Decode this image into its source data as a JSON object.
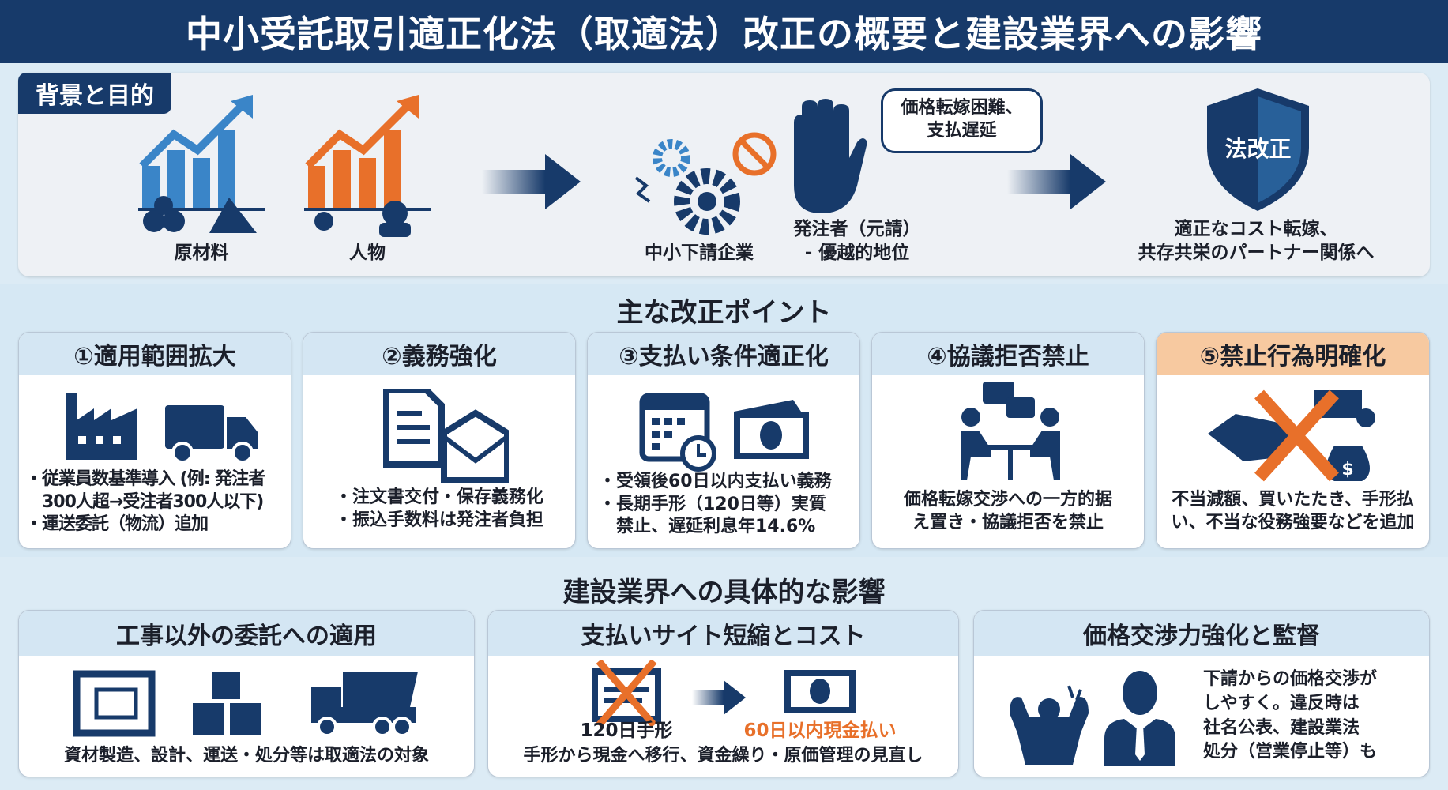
{
  "title": "中小受託取引適正化法（取適法）改正の概要と建設業界への影響",
  "background": {
    "tab": "背景と目的",
    "raw_materials": "原材料",
    "labor": "人物",
    "subcontractor": "中小下請企業",
    "client_line1": "発注者（元請）",
    "client_line2": "- 優越的地位",
    "bubble_line1": "価格転嫁困難、",
    "bubble_line2": "支払遅延",
    "shield": "法改正",
    "goal_line1": "適正なコスト転嫁、",
    "goal_line2": "共存共栄のパートナー関係へ"
  },
  "points": {
    "heading": "主な改正ポイント",
    "cards": [
      {
        "title": "①適用範囲拡大",
        "lines": [
          "・従業員数基準導入 (例: 発注者",
          "　300人超→受注者300人以下)",
          "・運送委託（物流）追加"
        ]
      },
      {
        "title": "②義務強化",
        "lines": [
          "・注文書交付・保存義務化",
          "・振込手数料は発注者負担"
        ]
      },
      {
        "title": "③支払い条件適正化",
        "lines": [
          "・受領後60日以内支払い義務",
          "・長期手形（120日等）実質",
          "　禁止、遅延利息年14.6%"
        ]
      },
      {
        "title": "④協議拒否禁止",
        "lines": [
          "価格転嫁交渉への一方的据",
          "え置き・協議拒否を禁止"
        ]
      },
      {
        "title": "⑤禁止行為明確化",
        "lines": [
          "不当減額、買いたたき、手形払",
          "い、不当な役務強要などを追加"
        ]
      }
    ]
  },
  "impact": {
    "heading": "建設業界への具体的な影響",
    "cards": [
      {
        "title": "工事以外の委託への適用",
        "text": "資材製造、設計、運送・処分等は取適法の対象"
      },
      {
        "title": "支払いサイト短縮とコスト",
        "old": "120日手形",
        "new": "60日以内現金払い",
        "text": "手形から現金へ移行、資金繰り・原価管理の見直し"
      },
      {
        "title": "価格交渉力強化と監督",
        "lines": [
          "下請からの価格交渉が",
          "しやすく。違反時は",
          "社名公表、建設業法",
          "処分（営業停止等）も"
        ]
      }
    ]
  },
  "colors": {
    "navy": "#173a6a",
    "orange": "#e8702a",
    "blue": "#3a85c8"
  }
}
